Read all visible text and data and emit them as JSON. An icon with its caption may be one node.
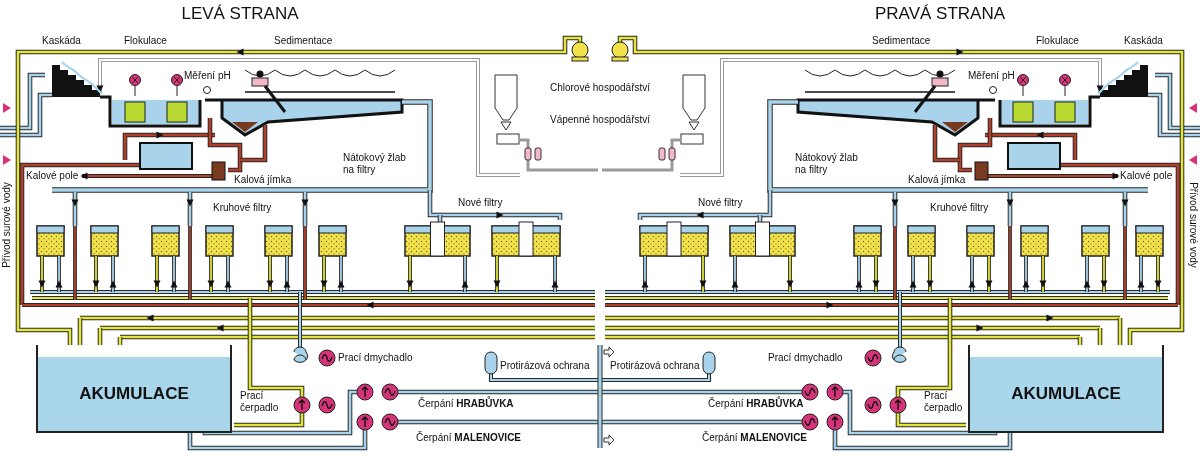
{
  "diagram": {
    "nodes": [
      {
        "text": [
          "AKUMULACE"
        ]
      },
      {
        "text": [
          "AKUMULACE"
        ]
      }
    ],
    "labels": [
      "LEVÁ STRANA",
      "PRAVÁ STRANA",
      "Kaskáda",
      "Flokulace",
      "Sedimentace",
      "Sedimentace",
      "Flokulace",
      "Kaskáda",
      "Měření pH",
      "Chlorové hospodářství",
      "Měření pH",
      "Vápenné hospodářství",
      "Přívod surové vody",
      "Přívod surové vody",
      "Nátokový žlab na filtry",
      "Nátokový žlab na filtry",
      "Kalové pole",
      "Kalová jímka",
      "Kalová jímka",
      "Kalové pole",
      "Kruhové filtry",
      "Nové filtry",
      "Nové filtry",
      "Kruhové filtry",
      "Prací dmychadlo",
      "Protirázová ochrana",
      "Protirázová ochrana",
      "Prací dmychadlo",
      "Prací čerpadlo",
      "Čerpání **HRABŮVKA**",
      "Čerpání **HRABŮVKA**",
      "Prací čerpadlo",
      "Čerpání **MALENOVICE**",
      "Čerpání **MALENOVICE**"
    ]
  }
}
